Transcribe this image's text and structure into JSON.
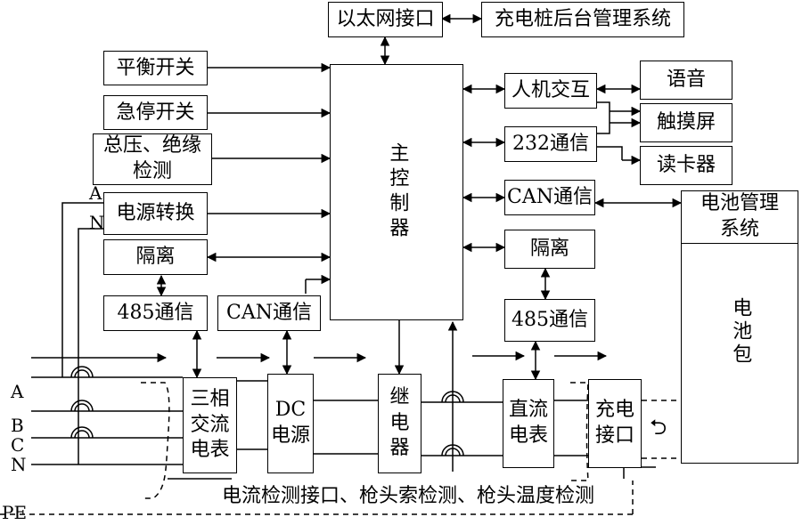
{
  "blocks": {
    "ethernet": "以太网接口",
    "backend": "充电桩后台管理系统",
    "balance_switch": "平衡开关",
    "estop_switch": "急停开关",
    "voltage_insulation_line1": "总压、绝缘",
    "voltage_insulation_line2": "检测",
    "power_conversion": "电源转换",
    "isolation_left": "隔离",
    "rs485_left": "485通信",
    "can_left": "CAN通信",
    "main_controller": "主控制器",
    "hmi": "人机交互",
    "rs232": "232通信",
    "can_right": "CAN通信",
    "isolation_right": "隔离",
    "rs485_right": "485通信",
    "voice": "语音",
    "touchscreen": "触摸屏",
    "card_reader": "读卡器",
    "bms_line1": "电池管理",
    "bms_line2": "系统",
    "battery_pack": "电池包",
    "three_phase_meter_line1": "三相",
    "three_phase_meter_line2": "交流",
    "three_phase_meter_line3": "电表",
    "dc_power_line1": "DC",
    "dc_power_line2": "电源",
    "relay_line1": "继",
    "relay_line2": "电",
    "relay_line3": "器",
    "dc_meter_line1": "直流",
    "dc_meter_line2": "电表",
    "charge_port_line1": "充电",
    "charge_port_line2": "接口"
  },
  "labels": {
    "phase_a_top": "A",
    "neutral_top": "N",
    "phase_a": "A",
    "phase_b": "B",
    "phase_c": "C",
    "neutral": "N",
    "pe": "PE",
    "bottom_detection": "电流检测接口、枪头索检测、枪头温度检测"
  },
  "icons": {
    "return_arrow": "⮌"
  }
}
